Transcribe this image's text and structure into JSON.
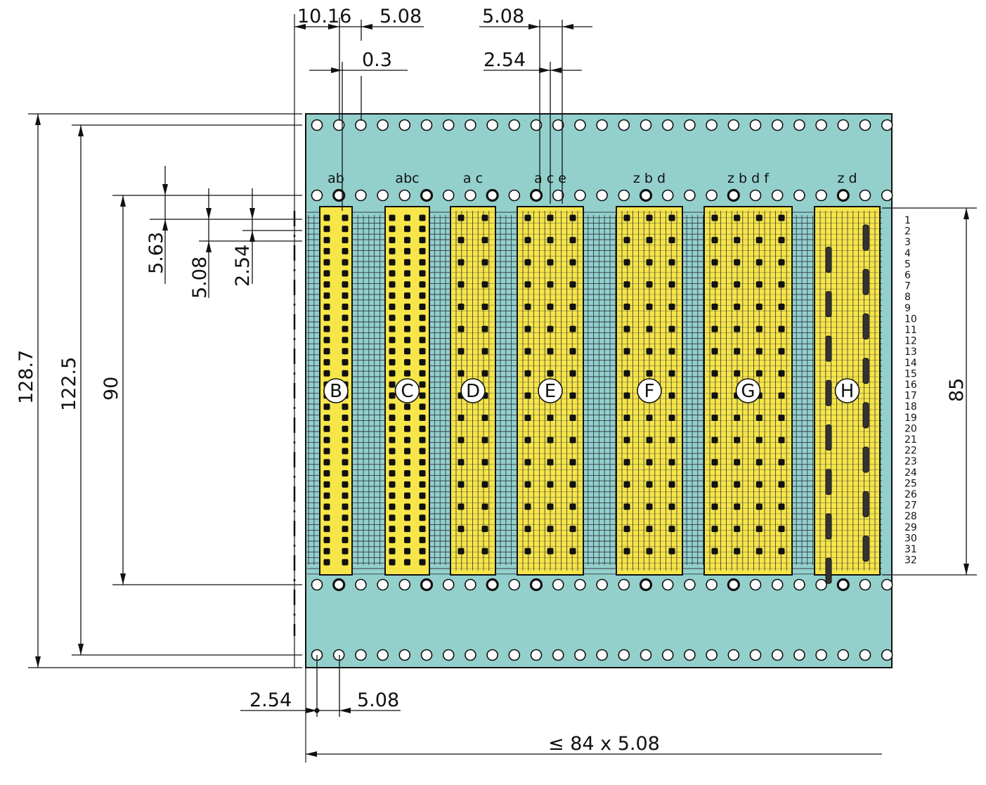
{
  "colors": {
    "board": "#93d0cc",
    "connector": "#f7e64a",
    "ink": "#111111",
    "hole": "#ffffff"
  },
  "dimensions": {
    "top_10_16": "10.16",
    "top_5_08_left": "5.08",
    "top_0_3": "0.3",
    "top_5_08_right": "5.08",
    "top_2_54": "2.54",
    "left_128_7": "128.7",
    "left_122_5": "122.5",
    "left_90": "90",
    "left_5_63": "5.63",
    "left_5_08": "5.08",
    "left_2_54": "2.54",
    "right_85": "85",
    "bottom_2_54": "2.54",
    "bottom_5_08": "5.08",
    "bottom_total": "≤ 84 x 5.08"
  },
  "connectors": [
    {
      "letter": "B",
      "columns": [
        "a",
        "b"
      ],
      "column_labels": "ab",
      "contact_cols": 2,
      "pitch_rows": 1,
      "type": "dense"
    },
    {
      "letter": "C",
      "columns": [
        "a",
        "b",
        "c"
      ],
      "column_labels": "abc",
      "contact_cols": 3,
      "pitch_rows": 1,
      "type": "dense"
    },
    {
      "letter": "D",
      "columns": [
        "a",
        "c"
      ],
      "column_labels": "a   c",
      "contact_cols": 2,
      "pitch_rows": 2,
      "type": "sparse"
    },
    {
      "letter": "E",
      "columns": [
        "a",
        "c",
        "e"
      ],
      "column_labels": "a c e",
      "contact_cols": 3,
      "pitch_rows": 2,
      "type": "sparse"
    },
    {
      "letter": "F",
      "columns": [
        "z",
        "b",
        "d"
      ],
      "column_labels": "z b d",
      "contact_cols": 3,
      "pitch_rows": 2,
      "type": "sparse"
    },
    {
      "letter": "G",
      "columns": [
        "z",
        "b",
        "d",
        "f"
      ],
      "column_labels": "z b d f",
      "contact_cols": 4,
      "pitch_rows": 2,
      "type": "sparse"
    },
    {
      "letter": "H",
      "columns": [
        "z",
        "d"
      ],
      "column_labels": "z d",
      "contact_cols": 2,
      "pitch_rows": 4,
      "type": "power"
    }
  ],
  "row_numbers": [
    "1",
    "2",
    "3",
    "4",
    "5",
    "6",
    "7",
    "8",
    "9",
    "10",
    "11",
    "12",
    "13",
    "14",
    "15",
    "16",
    "17",
    "18",
    "19",
    "20",
    "21",
    "22",
    "23",
    "24",
    "25",
    "26",
    "27",
    "28",
    "29",
    "30",
    "31",
    "32"
  ]
}
